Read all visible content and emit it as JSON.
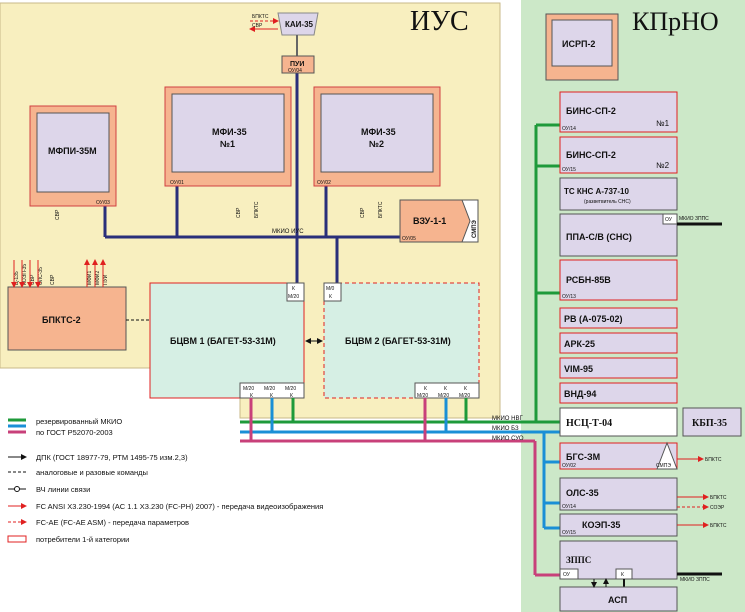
{
  "zones": {
    "ius": "ИУС",
    "kprno": "КПрНО"
  },
  "colors": {
    "ius_bg": "#f8efbf",
    "kprno_bg": "#cce8c8",
    "block_orange": "#f6b48f",
    "block_lilac": "#ddd6ea",
    "block_green": "#d6efe4",
    "bus_green": "#1e9a3a",
    "bus_blue": "#1a8fd6",
    "bus_pink": "#c8407a",
    "bus_navy": "#2a2f7a",
    "arrow_red": "#e02020"
  },
  "ius": {
    "kai35": "КАИ-35",
    "kai35_sig1": "БПКТС",
    "kai35_sig2": "СВР",
    "pui": "ПУИ",
    "pui_port": "ОУ/04",
    "mfpi": {
      "title": "МФПИ-35М",
      "port": "ОУ/03",
      "sig": "СВР"
    },
    "mfi1": {
      "title": "МФИ-35",
      "num": "№1",
      "port": "ОУ/01",
      "sig1": "СВР",
      "sig2": "БПКТС"
    },
    "mfi2": {
      "title": "МФИ-35",
      "num": "№2",
      "port": "ОУ/02",
      "sig1": "СВР",
      "sig2": "БПКТС"
    },
    "vzu": {
      "title": "ВЗУ-1-1",
      "smpe": "СМПЭ",
      "port": "ОУ/05"
    },
    "mkio_ius": "МКИО ИУС",
    "bpkts2": {
      "title": "БПКТС-2",
      "sigs": [
        "Ц-135",
        "КОЭП-35",
        "СВР",
        "ОЛС-35",
        "СВР",
        "МФИ1",
        "МФИ2",
        "ПУИ"
      ]
    },
    "bcvm1": {
      "title": "БЦВМ 1 (БАГЕТ-53-31М)",
      "k": "К",
      "m20": "М/20",
      "ports_top": [
        "М/20",
        "М/20",
        "М/20"
      ],
      "ports_bot": [
        "К",
        "К",
        "К"
      ]
    },
    "bcvm2": {
      "title": "БЦВМ 2 (БАГЕТ-53-31М)",
      "m0": "М/0",
      "k": "К",
      "ports_top": [
        "К",
        "К",
        "К"
      ],
      "ports_bot": [
        "М/20",
        "М/20",
        "М/20"
      ]
    }
  },
  "buses": {
    "nvg": "МКИО НВГ",
    "bz": "МКИО БЗ",
    "suo": "МКИО СУО",
    "zpps": "МКИО ЗППС"
  },
  "kprno": {
    "isrp2": "ИСРП-2",
    "bins1": {
      "title": "БИНС-СП-2",
      "num": "№1",
      "port": "ОУ/14"
    },
    "bins2": {
      "title": "БИНС-СП-2",
      "num": "№2",
      "port": "ОУ/15"
    },
    "tskns": {
      "title": "ТС КНС А-737-10",
      "sub": "(разветвитель СНС)"
    },
    "ppa": {
      "title": "ППА-С/В  (СНС)",
      "port": "ОУ"
    },
    "rsbn": {
      "title": "РСБН-85В",
      "port": "ОУ/13"
    },
    "rv": "РВ (А-075-02)",
    "ark": "АРК-25",
    "vim": "VIM-95",
    "vnd": "ВНД-94",
    "nsc": "НСЦ-Т-04",
    "kbp": "КБП-35",
    "bgs": {
      "title": "БГС-ЗМ",
      "port": "ОУ/02",
      "smpe": "СМПЭ",
      "sig": "БПКТС"
    },
    "ols": {
      "title": "ОЛС-35",
      "port": "ОУ/14",
      "sig1": "БПКТС",
      "sig2": "СОЭР"
    },
    "koep": {
      "title": "КОЭП-35",
      "port": "ОУ/15",
      "sig": "БПКТС"
    },
    "zpps": {
      "title": "ЗППС",
      "port": "ОУ",
      "k": "К"
    },
    "asp": "АСП"
  },
  "legend": [
    "резервированный МКИО",
    "по ГОСТ Р52070-2003",
    "ДПК (ГОСТ 18977-79, РТМ 1495-75 изм.2,3)",
    "аналоговые и разовые команды",
    "ВЧ линии связи",
    "FC ANSI X3.230-1994 (AC 1.1 X3.230 (FC-PH) 2007) - передача видеоизображения",
    "FC-AE (FC-AE ASM) - передача параметров",
    "потребители 1-й категории"
  ]
}
